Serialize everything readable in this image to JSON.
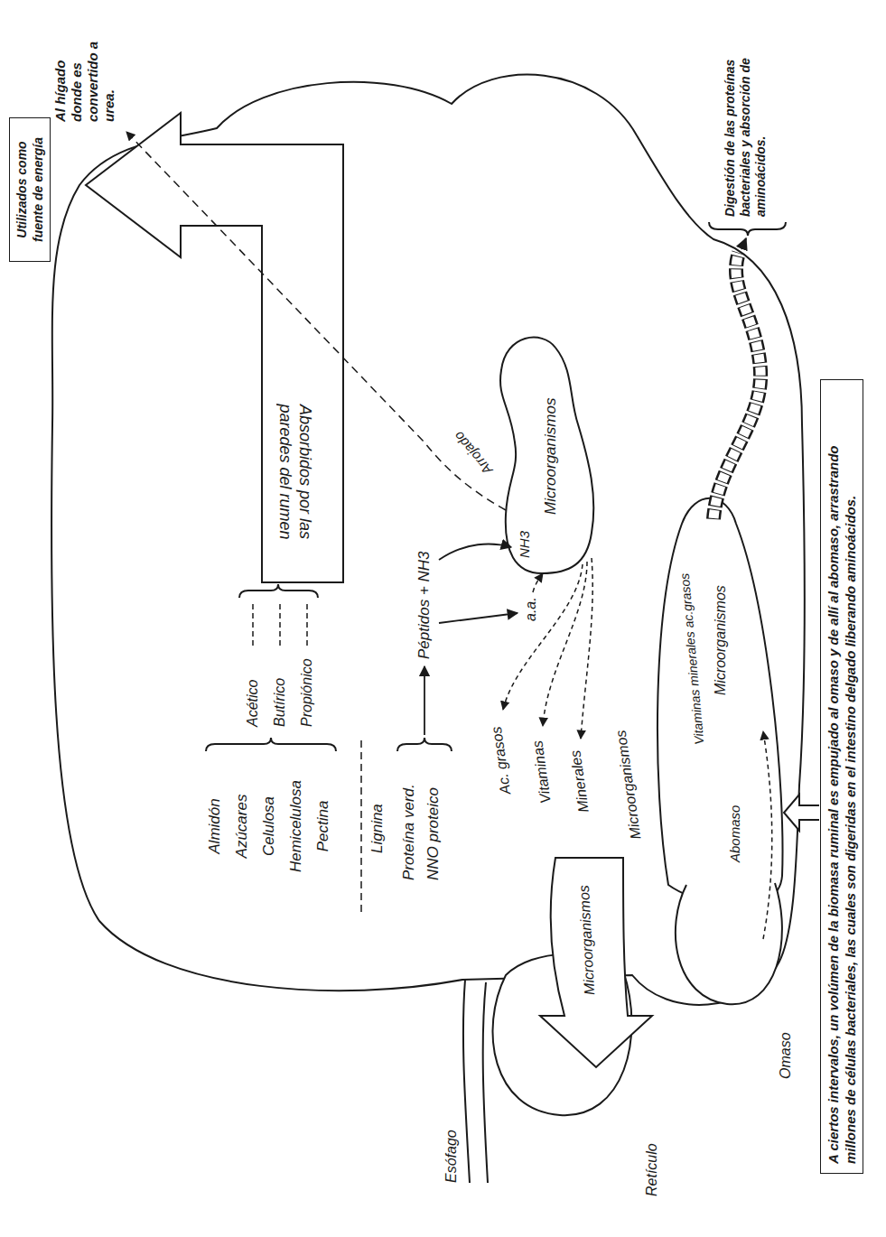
{
  "diagram": {
    "nodes": [
      {
        "text": [
          "Utilizados como fuente de energía"
        ]
      },
      {
        "text": [
          "A ciertos intervalos, un volúmen de la biomasa ruminal es empujado al omaso y de allí al abomaso, arrastrando millones de células bacteriales, las cuales son digeridas en el intestino delgado liberando aminoácidos."
        ]
      }
    ],
    "labels": [
      "Al hígado donde es convertido a urea.",
      "Absorbidos por las paredes del rumen",
      "Almidón",
      "Azúcares",
      "Celulosa",
      "Hemicelulosa",
      "Pectina",
      "Acético",
      "Butírico",
      "Propiónico",
      "Lignina",
      "Proteína verd.",
      "NNO proteico",
      "Péptidos + NH3",
      "a.a.",
      "NH3",
      "Microorganismos",
      "Arrojado",
      "Ac. grasos",
      "Vitaminas",
      "Minerales",
      "Microorganismos",
      "Microorganismos",
      "Vitaminas minerales ac.grasos",
      "Microorganismos",
      "Abomaso",
      "Esófago",
      "Retículo",
      "Omaso",
      "Digestión de las proteínas bacteriales y absorción de aminoácidos."
    ]
  }
}
